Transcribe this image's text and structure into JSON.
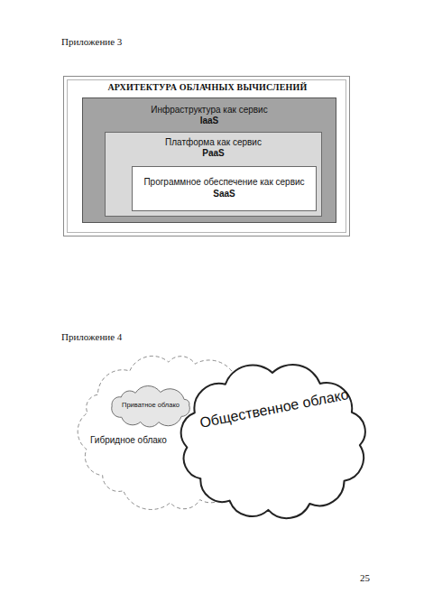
{
  "diagram": {
    "nodes": [
      {
        "text": [
          "АРХИТЕКТУРА ОБЛАЧНЫХ ВЫЧИСЛЕНИЙ"
        ]
      },
      {
        "text": [
          "Инфраструктура как сервис",
          "IaaS"
        ],
        "in": 0
      },
      {
        "text": [
          "Платформа как сервис",
          "PaaS"
        ],
        "in": 1
      },
      {
        "text": [
          "Программное обеспечение как сервис",
          "SaaS"
        ],
        "in": 2
      },
      {
        "text": [
          "Гибридное облако"
        ]
      },
      {
        "text": [
          "Приватное облако"
        ],
        "in": 4
      },
      {
        "text": [
          "Общественное облако"
        ]
      }
    ],
    "labels": [
      "Приложение 3",
      "Приложение 4",
      "25"
    ]
  }
}
